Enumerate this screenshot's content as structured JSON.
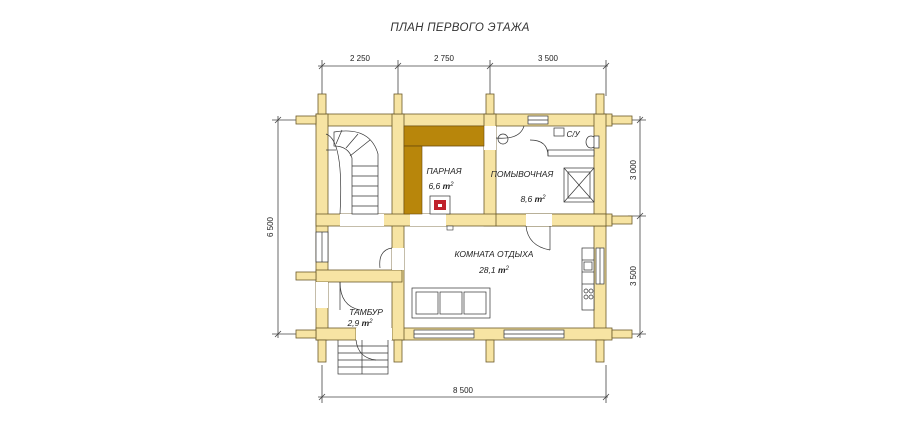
{
  "title": "ПЛАН ПЕРВОГО ЭТАЖА",
  "dimensions": {
    "top": [
      "2 250",
      "2 750",
      "3 500"
    ],
    "bottom": "8 500",
    "left": "6 500",
    "right": [
      "3 000",
      "3 500"
    ]
  },
  "rooms": {
    "steam": {
      "name": "ПАРНАЯ",
      "area": "6,6",
      "unit": "m",
      "sup": "2"
    },
    "wash": {
      "name": "ПОМЫВОЧНАЯ",
      "area": "8,6",
      "unit": "m",
      "sup": "2"
    },
    "wc": {
      "name": "С/У"
    },
    "rest": {
      "name": "КОМНАТА ОТДЫХА",
      "area": "28,1",
      "unit": "m",
      "sup": "2"
    },
    "vestibule": {
      "name": "ТАМБУР",
      "area": "2,9",
      "unit": "m",
      "sup": "2"
    }
  },
  "colors": {
    "wall": "#f7e4a3",
    "wall_stroke": "#6b5a2a",
    "bench": "#b8860b",
    "stove": "#c0232d",
    "line": "#333333"
  }
}
